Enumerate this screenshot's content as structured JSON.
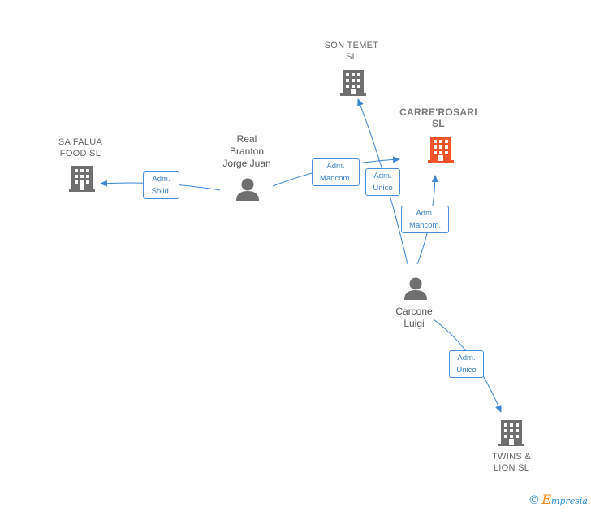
{
  "companies": {
    "son_temet": "SON TEMET\nSL",
    "carre_rosari": "CARRE'ROSARI\nSL",
    "sa_falua": "SA FALUA\nFOOD  SL",
    "twins_lion": "TWINS &\nLION  SL"
  },
  "persons": {
    "real_branton": "Real\nBranton\nJorge Juan",
    "carcone": "Carcone\nLuigi"
  },
  "relations": {
    "adm_solid": "Adm.\nSolid.",
    "adm_mancom_1": "Adm.\nMancom.",
    "adm_unico_1": "Adm.\nUnico",
    "adm_mancom_2": "Adm.\nMancom.",
    "adm_unico_2": "Adm.\nUnico"
  },
  "colors": {
    "company_icon": "#6f6f6f",
    "highlight_icon": "#f0552a",
    "person_icon": "#6f6f6f",
    "edge": "#3d85d0"
  },
  "footer": {
    "copyright_symbol": "©",
    "brand_first": "E",
    "brand_rest": "mpresia"
  }
}
